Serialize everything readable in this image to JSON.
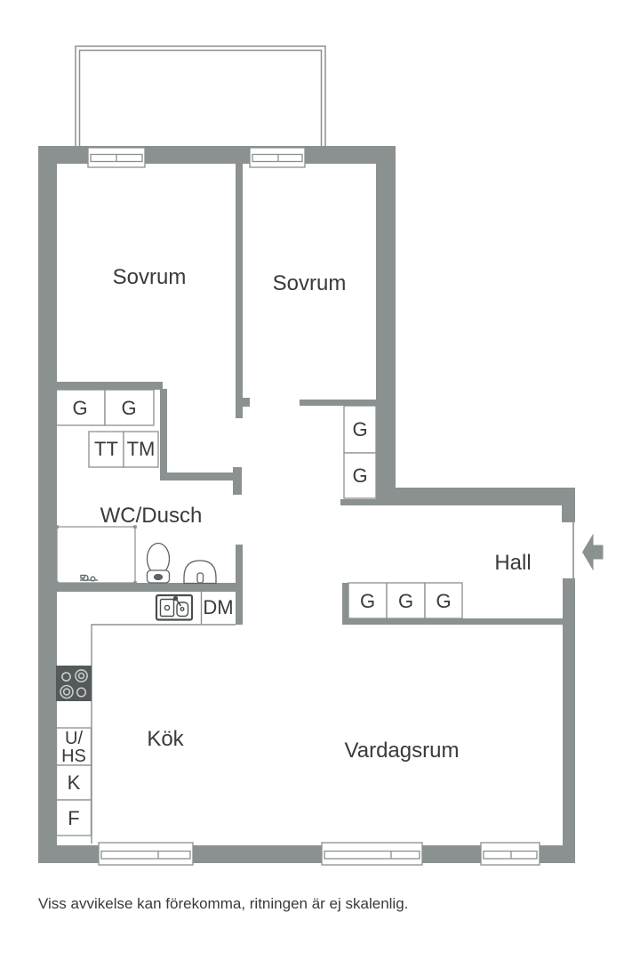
{
  "colors": {
    "wall": "#8b9191",
    "line": "#8a9090",
    "text": "#3a3a3a",
    "fixture": "#5c6262",
    "stove": "#54595a",
    "burner": "#c6caca",
    "sink_outline": "#484e4e"
  },
  "rooms": {
    "bedroom1": "Sovrum",
    "bedroom2": "Sovrum",
    "wc": "WC/Dusch",
    "hall": "Hall",
    "kitchen": "Kök",
    "living_room": "Vardagsrum"
  },
  "closets": {
    "bedroom_g1": "G",
    "bedroom_g2": "G",
    "tt": "TT",
    "tm": "TM",
    "corridor_g1": "G",
    "corridor_g2": "G",
    "hall_g1": "G",
    "hall_g2": "G",
    "hall_g3": "G",
    "dm": "DM",
    "uhs_line1": "U/",
    "uhs_line2": "HS",
    "k": "K",
    "f": "F"
  },
  "caption": "Viss avvikelse kan förekomma, ritningen är ej skalenlig."
}
